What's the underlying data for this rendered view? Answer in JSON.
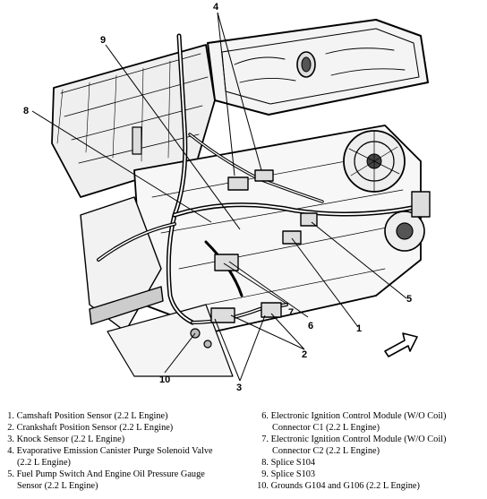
{
  "callouts": [
    "1",
    "2",
    "3",
    "4",
    "5",
    "6",
    "7",
    "8",
    "9",
    "10"
  ],
  "legend_left": [
    {
      "num": "1.",
      "text": "Camshaft Position Sensor (2.2 L Engine)"
    },
    {
      "num": "2.",
      "text": "Crankshaft Position Sensor (2.2 L Engine)"
    },
    {
      "num": "3.",
      "text": "Knock Sensor (2.2 L Engine)"
    },
    {
      "num": "4.",
      "text": "Evaporative Emission Canister Purge Solenoid Valve",
      "text2": "(2.2 L Engine)"
    },
    {
      "num": "5.",
      "text": "Fuel Pump Switch And Engine Oil Pressure Gauge",
      "text2": "Sensor (2.2 L Engine)"
    }
  ],
  "legend_right": [
    {
      "num": "6.",
      "text": "Electronic Ignition Control Module (W/O Coil)",
      "text2": "Connector C1 (2.2 L Engine)"
    },
    {
      "num": "7.",
      "text": "Electronic Ignition Control Module (W/O Coil)",
      "text2": "Connector C2 (2.2 L Engine)"
    },
    {
      "num": "8.",
      "text": "Splice S104"
    },
    {
      "num": "9.",
      "text": "Splice S103"
    },
    {
      "num": "10.",
      "text": "Grounds G104 and G106 (2.2 L Engine)"
    }
  ],
  "icons": [
    "front-direction-arrow-icon"
  ]
}
